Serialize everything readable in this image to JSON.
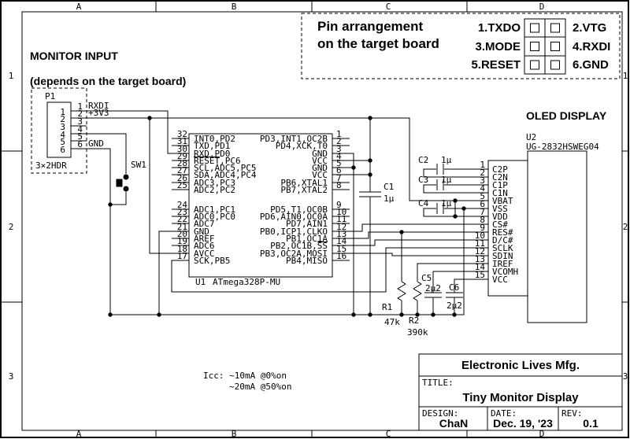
{
  "frame": {
    "cols": [
      "A",
      "B",
      "C",
      "D"
    ],
    "rows": [
      "1",
      "2",
      "3"
    ]
  },
  "pin_arrangement": {
    "title1": "Pin arrangement",
    "title2": "on the target board",
    "left": [
      "1.TXDO",
      "3.MODE",
      "5.RESET"
    ],
    "right": [
      "2.VTG",
      "4.RXDI",
      "6.GND"
    ]
  },
  "monitor": {
    "title": "MONITOR INPUT",
    "subtitle": "(depends on the target board)"
  },
  "p1": {
    "ref": "P1",
    "type": "3×2HDR",
    "sw": "SW1",
    "inner": [
      "1",
      "2",
      "3",
      "4",
      "5",
      "6"
    ],
    "outer": [
      "1",
      "2",
      "3",
      "4",
      "5",
      "6"
    ],
    "rxdi": "RXDI",
    "v33": "+3V3",
    "gnd": "GND"
  },
  "mcu": {
    "ref": "U1",
    "part": "ATmega328P-MU",
    "left": [
      {
        "n": "32",
        "l": "INT0,PD2"
      },
      {
        "n": "31",
        "l": "TXD,PD1"
      },
      {
        "n": "30",
        "l": "RXD,PD0"
      },
      {
        "n": "29",
        "l": "RESET,PC6"
      },
      {
        "n": "28",
        "l": "SCL,ADC5,PC5"
      },
      {
        "n": "27",
        "l": "SDA,ADC4,PC4"
      },
      {
        "n": "26",
        "l": "ADC3,PC3"
      },
      {
        "n": "25",
        "l": "ADC2,PC2"
      },
      {
        "n": "24",
        "l": "ADC1,PC1"
      },
      {
        "n": "23",
        "l": "ADC0,PC0"
      },
      {
        "n": "22",
        "l": "ADC7"
      },
      {
        "n": "21",
        "l": "GND"
      },
      {
        "n": "20",
        "l": "AREF"
      },
      {
        "n": "19",
        "l": "ADC6"
      },
      {
        "n": "18",
        "l": "AVCC"
      },
      {
        "n": "17",
        "l": "SCK,PB5"
      }
    ],
    "right": [
      {
        "n": "1",
        "l": "PD3,INT1,OC2B"
      },
      {
        "n": "2",
        "l": "PD4,XCK,T0"
      },
      {
        "n": "3",
        "l": "GND"
      },
      {
        "n": "4",
        "l": "VCC"
      },
      {
        "n": "5",
        "l": "GND"
      },
      {
        "n": "6",
        "l": "VCC"
      },
      {
        "n": "7",
        "l": "PB6,XTAL1"
      },
      {
        "n": "8",
        "l": "PB7,XTAL2"
      },
      {
        "n": "9",
        "l": "PD5,T1,OC0B"
      },
      {
        "n": "10",
        "l": "PD6,AIN0,OC0A"
      },
      {
        "n": "11",
        "l": "PD7,AIN1"
      },
      {
        "n": "12",
        "l": "PB0,ICP1,CLKO"
      },
      {
        "n": "13",
        "l": "PB1,OC1A"
      },
      {
        "n": "14",
        "l": "PB2,OC1B,SS"
      },
      {
        "n": "15",
        "l": "PB3,OC2A,MOSI"
      },
      {
        "n": "16",
        "l": "PB4,MISO"
      }
    ]
  },
  "oled": {
    "heading": "OLED DISPLAY",
    "ref": "U2",
    "part": "UG-2832HSWEG04",
    "pins": [
      {
        "n": "1",
        "l": "C2P"
      },
      {
        "n": "2",
        "l": "C2N"
      },
      {
        "n": "3",
        "l": "C1P"
      },
      {
        "n": "4",
        "l": "C1N"
      },
      {
        "n": "5",
        "l": "VBAT"
      },
      {
        "n": "6",
        "l": "VSS"
      },
      {
        "n": "7",
        "l": "VDD"
      },
      {
        "n": "8",
        "l": "CS#"
      },
      {
        "n": "9",
        "l": "RES#"
      },
      {
        "n": "10",
        "l": "D/C#"
      },
      {
        "n": "11",
        "l": "SCLK"
      },
      {
        "n": "12",
        "l": "SDIN"
      },
      {
        "n": "13",
        "l": "IREF"
      },
      {
        "n": "14",
        "l": "VCOMH"
      },
      {
        "n": "15",
        "l": "VCC"
      }
    ]
  },
  "parts": {
    "c1": [
      "C1",
      "1μ"
    ],
    "c2": [
      "C2",
      "1μ"
    ],
    "c3": [
      "C3",
      "1μ"
    ],
    "c4": [
      "C4",
      "1μ"
    ],
    "c5": [
      "C5",
      "2μ2"
    ],
    "c6": [
      "C6",
      "2μ2"
    ],
    "r1": [
      "R1",
      "47k"
    ],
    "r2": [
      "R2",
      "390k"
    ]
  },
  "notes": {
    "icc1": "Icc: ~10mA @0%on",
    "icc2": "~20mA @50%on"
  },
  "titleblock": {
    "company": "Electronic Lives Mfg.",
    "title_label": "TITLE:",
    "title": "Tiny Monitor Display",
    "design_label": "DESIGN:",
    "design": "ChaN",
    "date_label": "DATE:",
    "date": "Dec. 19, '23",
    "rev_label": "REV:",
    "rev": "0.1"
  }
}
